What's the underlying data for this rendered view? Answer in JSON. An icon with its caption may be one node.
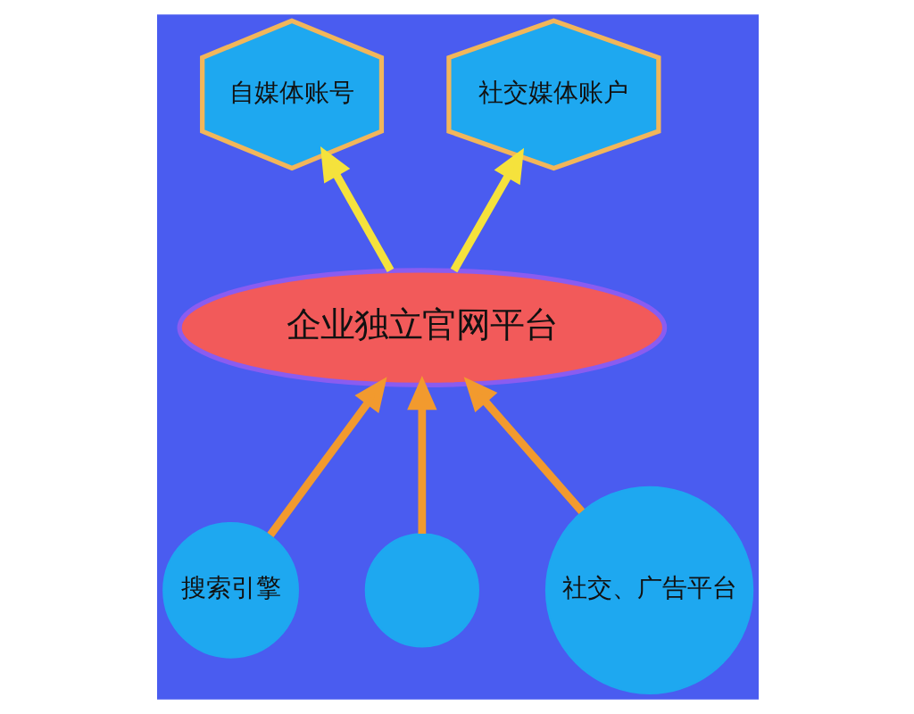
{
  "diagram": {
    "nodes": [
      {
        "text": [
          "自媒体账号"
        ]
      },
      {
        "text": [
          "社交媒体账户"
        ]
      },
      {
        "text": [
          "企业独立官网平台"
        ]
      },
      {
        "text": [
          "搜索引擎"
        ]
      },
      {
        "text": [],
        "shape": "circle"
      },
      {
        "text": [
          "社交、广告平台"
        ]
      }
    ],
    "edges": [
      {
        "from": 2,
        "to": 0,
        "arrow": "to",
        "color": "#f5e23c"
      },
      {
        "from": 2,
        "to": 1,
        "arrow": "to",
        "color": "#f5e23c"
      },
      {
        "from": 3,
        "to": 2,
        "arrow": "to"
      },
      {
        "from": 4,
        "to": 2,
        "arrow": "to"
      },
      {
        "from": 5,
        "to": 2,
        "arrow": "to"
      }
    ]
  }
}
